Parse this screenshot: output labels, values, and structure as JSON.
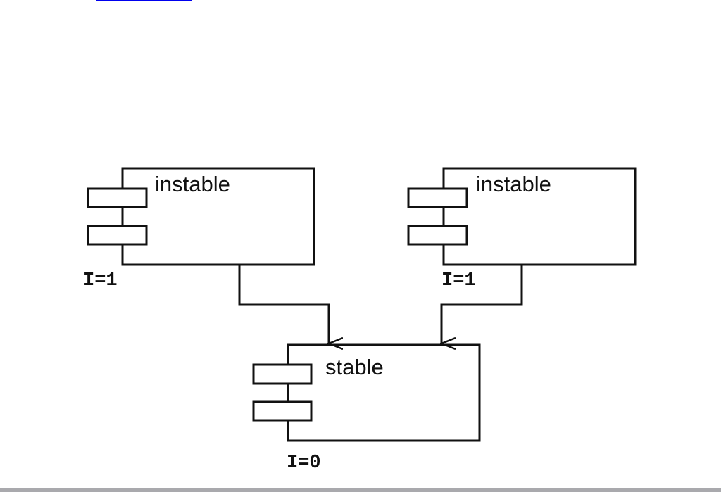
{
  "link_color": "#0000ee",
  "components": [
    {
      "name": "instable",
      "instability": "I=1"
    },
    {
      "name": "instable",
      "instability": "I=1"
    },
    {
      "name": "stable",
      "instability": "I=0"
    }
  ]
}
